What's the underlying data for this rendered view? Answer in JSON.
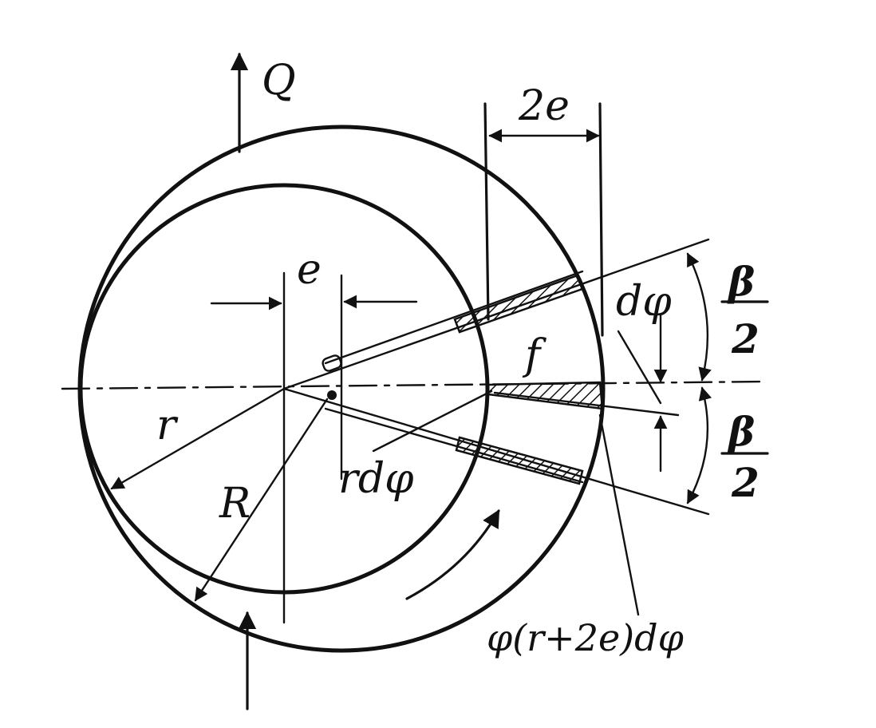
{
  "labels": {
    "Q": "Q",
    "two_e": "2e",
    "e": "e",
    "f": "f",
    "d_phi": "dφ",
    "beta_num_top": "β",
    "beta_den_top": "2",
    "beta_num_bottom": "β",
    "beta_den_bottom": "2",
    "r": "r",
    "R": "R",
    "r_d_phi": "rdφ",
    "phi_expr": "φ(r+2e)dφ"
  },
  "colors": {
    "ink": "#111111",
    "background": "#ffffff"
  }
}
